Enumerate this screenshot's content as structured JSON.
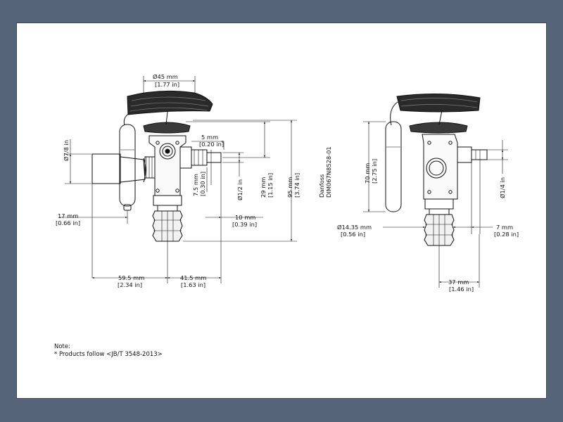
{
  "dims": {
    "d45_mm": "Ø45 mm",
    "d45_in": "[1.77 in]",
    "d78": "Ø7/8 in",
    "m5_mm": "5 mm",
    "m5_in": "[0.20 in]",
    "m75_mm": "7.5 mm",
    "m75_in": "[0.30 in]",
    "d12": "Ø1/2 in",
    "m29_mm": "29 mm",
    "m29_in": "[1.15 in]",
    "m95_mm": "95 mm",
    "m95_in": "[3.74 in]",
    "m17_mm": "17 mm",
    "m17_in": "[0.66 in]",
    "m10_mm": "10 mm",
    "m10_in": "[0.39 in]",
    "m595_mm": "59.5 mm",
    "m595_in": "[2.34 in]",
    "m415_mm": "41.5 mm",
    "m415_in": "[1.63 in]",
    "m70_mm": "70 mm",
    "m70_in": "[2.75 in]",
    "d1435_mm": "Ø14.35 mm",
    "d1435_in": "[0.56 in]",
    "d14": "Ø1/4 in",
    "m7_mm": "7 mm",
    "m7_in": "[0.28 in]",
    "m37_mm": "37 mm",
    "m37_in": "[1.46 in]"
  },
  "drawing_id": {
    "line1": "Danfoss",
    "line2": "DIM067N8528-01"
  },
  "note": {
    "label": "Note:",
    "text": "* Products follow <JB/T 3548-2013>"
  }
}
